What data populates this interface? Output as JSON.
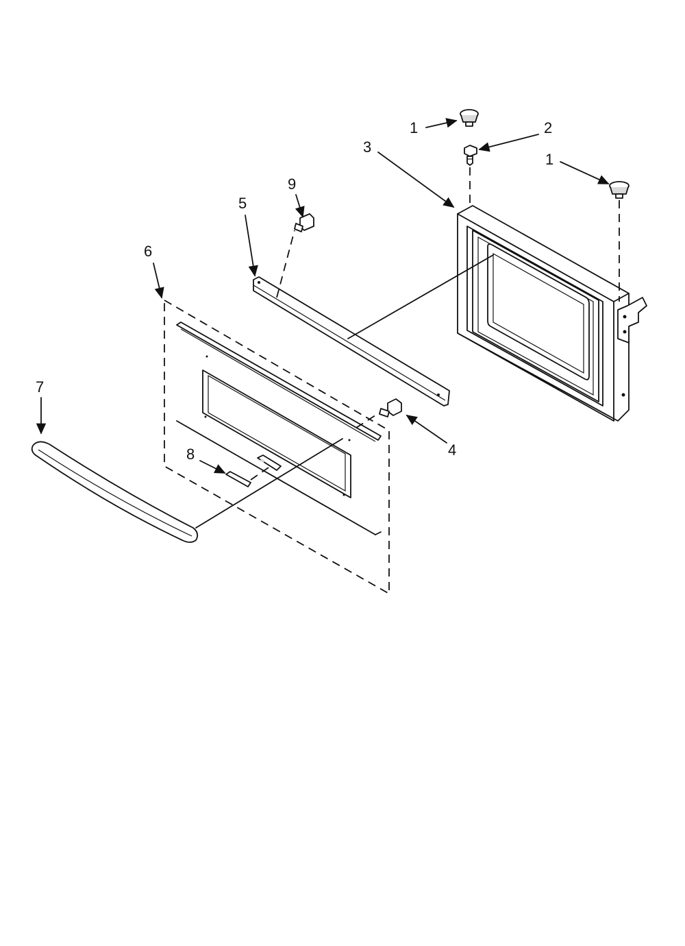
{
  "diagram": {
    "callouts": [
      {
        "id": "c1a",
        "label": "1"
      },
      {
        "id": "c1b",
        "label": "1"
      },
      {
        "id": "c2",
        "label": "2"
      },
      {
        "id": "c3",
        "label": "3"
      },
      {
        "id": "c4",
        "label": "4"
      },
      {
        "id": "c5",
        "label": "5"
      },
      {
        "id": "c6",
        "label": "6"
      },
      {
        "id": "c7",
        "label": "7"
      },
      {
        "id": "c8",
        "label": "8"
      },
      {
        "id": "c9",
        "label": "9"
      }
    ]
  }
}
